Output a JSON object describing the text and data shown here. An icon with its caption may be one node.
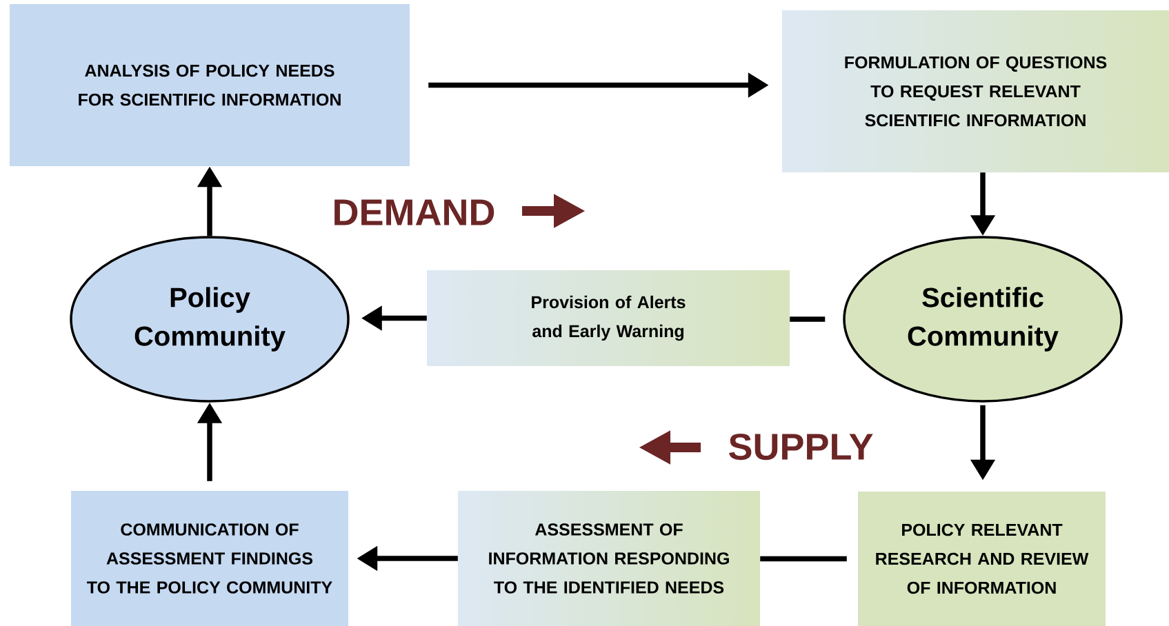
{
  "diagram": {
    "nodes": [
      {
        "text": [
          "ANALYSIS OF POLICY NEEDS FOR SCIENTIFIC INFORMATION"
        ]
      },
      {
        "text": [
          "FORMULATION OF QUESTIONS TO REQUEST RELEVANT SCIENTIFIC INFORMATION"
        ]
      },
      {
        "text": [
          "Policy Community"
        ]
      },
      {
        "text": [
          "Provision of Alerts and Early Warning"
        ]
      },
      {
        "text": [
          "Scientific Community"
        ]
      },
      {
        "text": [
          "COMMUNICATION OF ASSESSMENT FINDINGS TO THE POLICY COMMUNITY"
        ]
      },
      {
        "text": [
          "ASSESSMENT OF INFORMATION RESPONDING TO THE IDENTIFIED NEEDS"
        ]
      },
      {
        "text": [
          "POLICY RELEVANT RESEARCH AND REVIEW OF INFORMATION"
        ]
      }
    ],
    "edges": [
      {
        "from": 0,
        "to": 1,
        "arrow": "to"
      },
      {
        "from": 1,
        "to": 4,
        "arrow": "to"
      },
      {
        "from": 4,
        "to": 3,
        "arrow": "none"
      },
      {
        "from": 3,
        "to": 2,
        "arrow": "to"
      },
      {
        "from": 4,
        "to": 7,
        "arrow": "to"
      },
      {
        "from": 7,
        "to": 6,
        "arrow": "none"
      },
      {
        "from": 6,
        "to": 5,
        "arrow": "to"
      },
      {
        "from": 5,
        "to": 2,
        "arrow": "to"
      },
      {
        "from": 2,
        "to": 0,
        "arrow": "to"
      }
    ],
    "labels": [
      "DEMAND",
      "SUPPLY"
    ]
  }
}
